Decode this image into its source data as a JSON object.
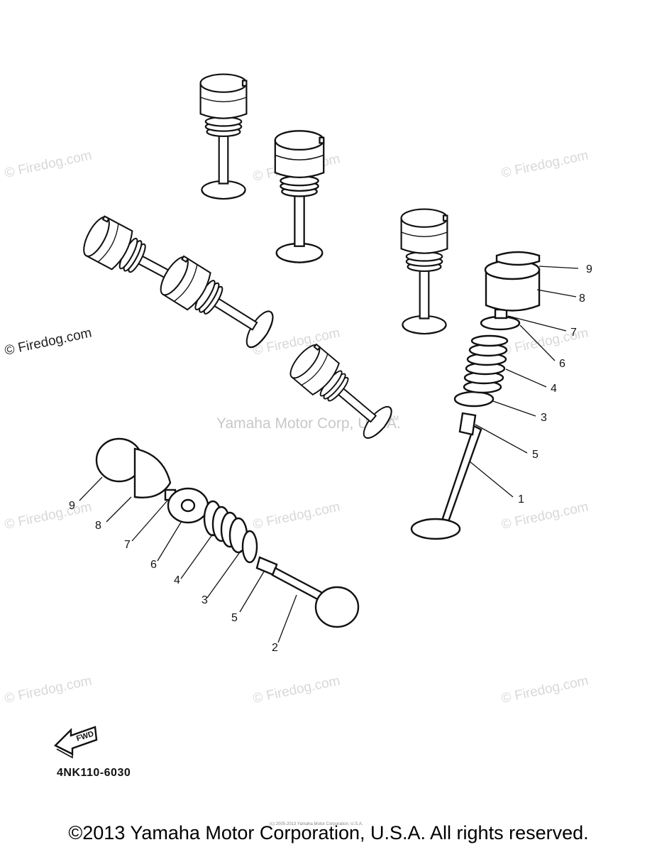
{
  "watermarks": [
    "© Firedog.com"
  ],
  "center_watermark": "Yamaha Motor Corp, U.S.A.",
  "center_watermark_tm": "TM",
  "fwd_label": "FWD",
  "part_code": "4NK110-6030",
  "tiny_text": "(c) 2005-2013 Yamaha Motor Corporation, U.S.A.",
  "copyright": "©2013 Yamaha Motor Corporation, U.S.A. All rights reserved.",
  "callouts_right": [
    "9",
    "8",
    "7",
    "6",
    "4",
    "3",
    "5",
    "1"
  ],
  "callouts_left": [
    "9",
    "8",
    "7",
    "6",
    "4",
    "3",
    "5",
    "2"
  ]
}
